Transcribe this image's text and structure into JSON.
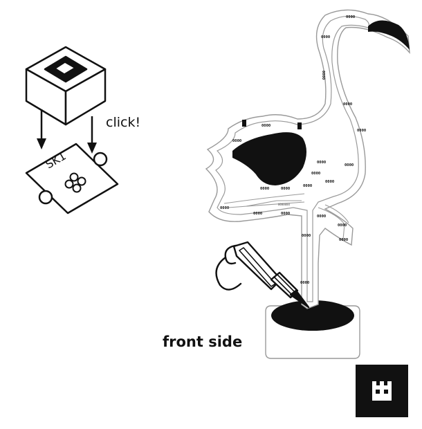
{
  "switch_diagram": {
    "component_label": "SK1",
    "action_text": "click!"
  },
  "flamingo_board": {
    "side_label": "front side",
    "pad_text": "0000",
    "chip_text": "0000000"
  },
  "logo": {
    "icon": "castle-icon"
  },
  "colors": {
    "ink": "#111111",
    "board_outline": "#999999",
    "background": "#ffffff"
  }
}
